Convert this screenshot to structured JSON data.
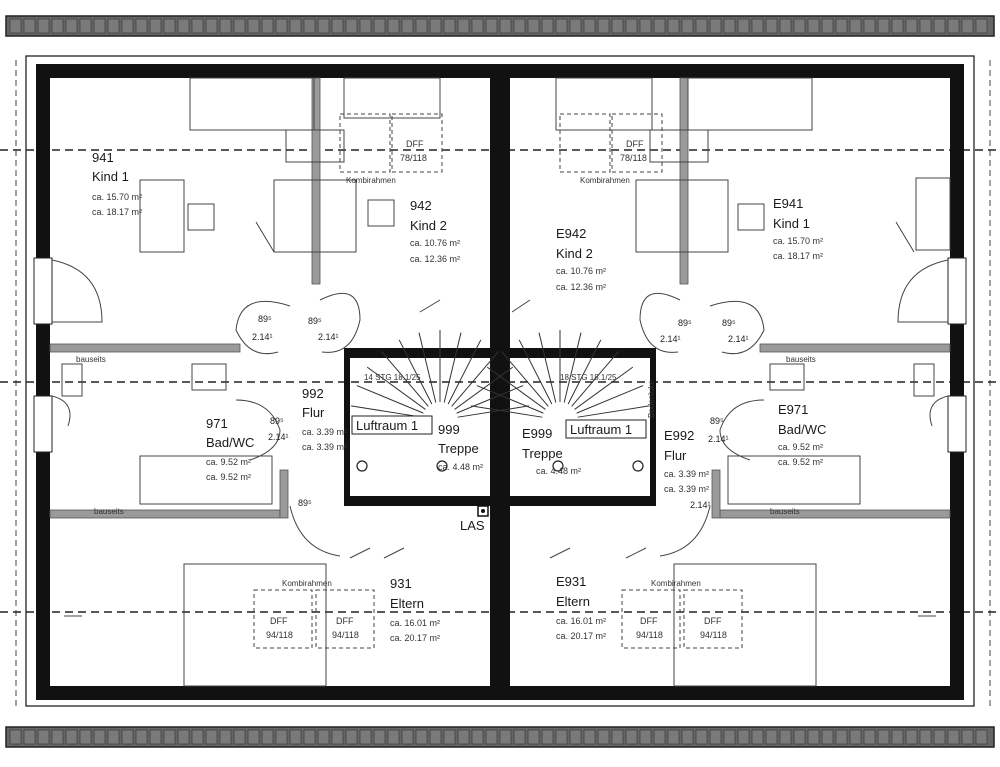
{
  "left_unit": {
    "kind1": {
      "number": "941",
      "name": "Kind 1",
      "area_net": "ca. 15.70 m²",
      "area_gross": "ca. 18.17 m²"
    },
    "kind2": {
      "number": "942",
      "name": "Kind 2",
      "area_net": "ca. 10.76 m²",
      "area_gross": "ca. 12.36 m²"
    },
    "bad": {
      "number": "971",
      "name": "Bad/WC",
      "area_net": "ca. 9.52 m²",
      "area_gross": "ca. 9.52 m²"
    },
    "flur": {
      "number": "992",
      "name": "Flur",
      "area_net": "ca. 3.39 m²",
      "area_gross": "ca. 3.39 m²"
    },
    "treppe": {
      "number": "999",
      "name": "Treppe",
      "area": "ca. 4.48 m²"
    },
    "eltern": {
      "number": "931",
      "name": "Eltern",
      "area_net": "ca. 16.01 m²",
      "area_gross": "ca. 20.17 m²"
    },
    "dff_top": "78/118",
    "dff_bottom": [
      "94/118",
      "94/118"
    ],
    "stair_label": "14 STG 18.1/25",
    "las_label": "LAS",
    "luftraum": "Luftraum 1"
  },
  "right_unit": {
    "kind1": {
      "number": "E941",
      "name": "Kind 1",
      "area_net": "ca. 15.70 m²",
      "area_gross": "ca. 18.17 m²"
    },
    "kind2": {
      "number": "E942",
      "name": "Kind 2",
      "area_net": "ca. 10.76 m²",
      "area_gross": "ca. 12.36 m²"
    },
    "bad": {
      "number": "E971",
      "name": "Bad/WC",
      "area_net": "ca. 9.52 m²",
      "area_gross": "ca. 9.52 m²"
    },
    "flur": {
      "number": "E992",
      "name": "Flur",
      "area_net": "ca. 3.39 m²",
      "area_gross": "ca. 3.39 m²"
    },
    "treppe": {
      "number": "E999",
      "name": "Treppe",
      "area": "ca. 4.48 m²"
    },
    "eltern": {
      "number": "E931",
      "name": "Eltern",
      "area_net": "ca. 16.01 m²",
      "area_gross": "ca. 20.17 m²"
    },
    "dff_top": "78/118",
    "dff_bottom": [
      "94/118",
      "94/118"
    ],
    "stair_label": "18 STG 18.1/25",
    "luftraum": "Luftraum 1",
    "bodenluke": "Bodenluke"
  },
  "labels": {
    "dff": "DFF",
    "kombirahmen": "Kombirahmen",
    "bauseits": "bauseits",
    "dim_89": "89⁵",
    "dim_214": "2.14¹"
  }
}
